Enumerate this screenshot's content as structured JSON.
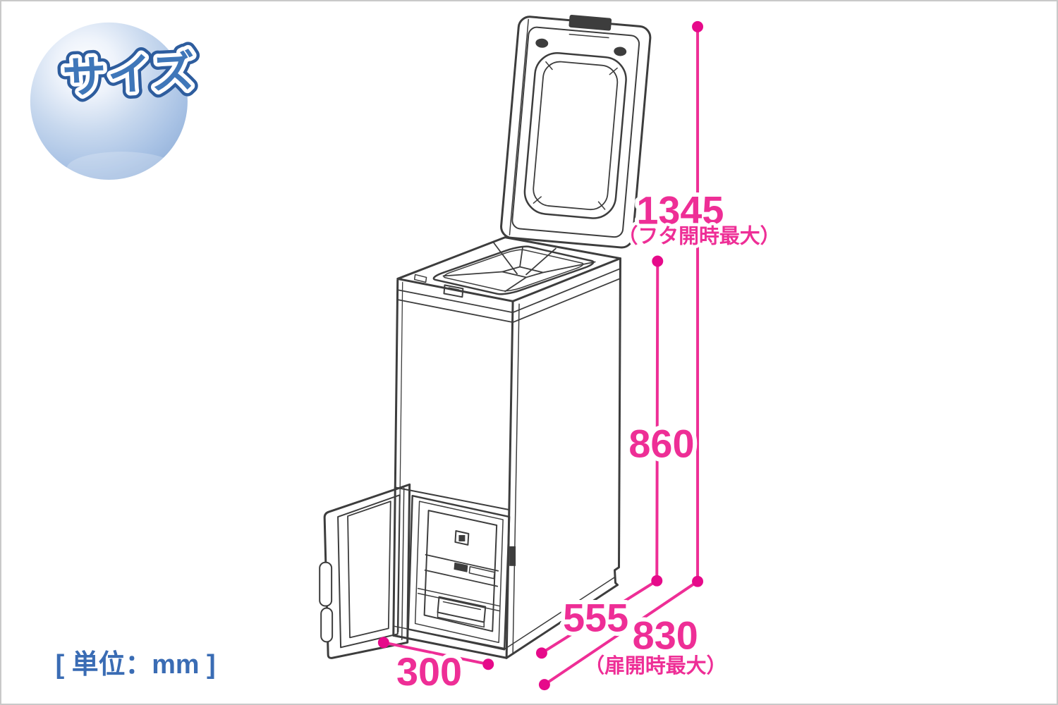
{
  "logo": {
    "text": "サイズ"
  },
  "unit_label": "[ 単位：mm ]",
  "colors": {
    "dimension_pink": "#ee2e96",
    "dimension_dot_pink": "#e60a8a",
    "label_blue": "#3a6cb4",
    "line_art_gray": "#3d3d3d",
    "sphere_blue": "#a7c1e4",
    "logo_text_blue": "#3f77b9"
  },
  "dimensions": {
    "lid_open_height": {
      "value": "1345",
      "note": "（フタ開時最大）"
    },
    "body_height": {
      "value": "860"
    },
    "body_depth": {
      "value": "555"
    },
    "door_open_depth": {
      "value": "830",
      "note": "（扉開時最大）"
    },
    "body_width": {
      "value": "300"
    }
  }
}
